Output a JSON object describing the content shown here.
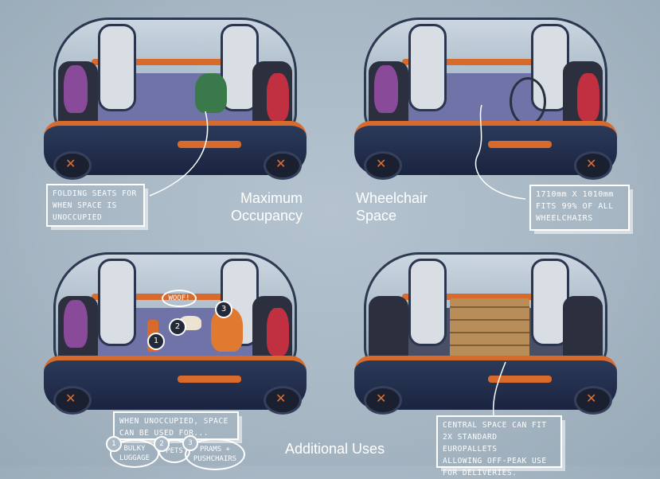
{
  "panels": [
    {
      "title_line1": "Maximum",
      "title_line2": "Occupancy",
      "note": [
        "FOLDING SEATS FOR",
        "WHEN SPACE IS",
        "UNOCCUPIED"
      ]
    },
    {
      "title_line1": "Wheelchair",
      "title_line2": "Space",
      "note": [
        "1710mm X 1010mm",
        "FITS 99% OF ALL",
        "WHEELCHAIRS"
      ]
    },
    {
      "title": "Additional Uses",
      "note": [
        "WHEN UNOCCUPIED, SPACE",
        "CAN BE USED FOR..."
      ],
      "bubble_text": "WOOF!",
      "uses": [
        {
          "num": "1",
          "line1": "BULKY",
          "line2": "LUGGAGE"
        },
        {
          "num": "2",
          "line1": "PETS",
          "line2": ""
        },
        {
          "num": "3",
          "line1": "PRAMS +",
          "line2": "PUSHCHAIRS"
        }
      ]
    },
    {
      "note": [
        "CENTRAL SPACE CAN FIT",
        "2X STANDARD EUROPALLETS",
        "ALLOWING OFF-PEAK USE",
        "FOR DELIVERIES."
      ]
    }
  ],
  "colors": {
    "accent": "#d86a2c",
    "body": "#1f2c44",
    "background": "#a8b8c6"
  }
}
